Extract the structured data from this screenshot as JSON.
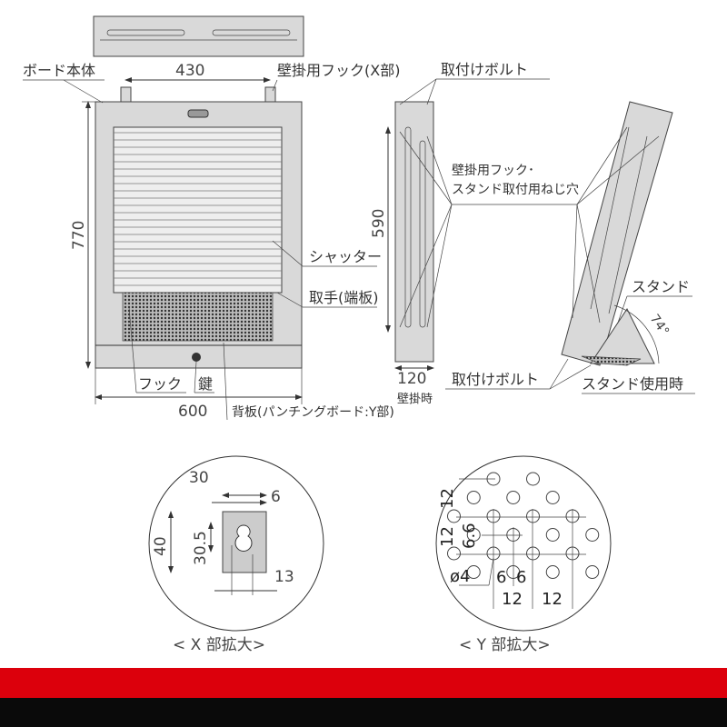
{
  "labels": {
    "board_body": "ボード本体",
    "wall_hook_x": "壁掛用フック(X部)",
    "mount_bolt_top": "取付けボルト",
    "shutter": "シャッター",
    "handle": "取手(端板)",
    "hook": "フック",
    "key": "鍵",
    "back_panel": "背板(パンチングボード:Y部)",
    "screw_holes_line1": "壁掛用フック･",
    "screw_holes_line2": "スタンド取付用ねじ穴",
    "stand": "スタンド",
    "mount_bolt_bottom": "取付けボルト",
    "stand_in_use": "スタンド使用時",
    "wall_mounted": "壁掛時",
    "x_detail": "< X 部拡大>",
    "y_detail": "< Y 部拡大>"
  },
  "dimensions": {
    "hook_spacing": "430",
    "height": "770",
    "width": "600",
    "hole_spacing_vertical": "590",
    "depth": "120",
    "stand_angle": "74°",
    "x_plate_width": "30",
    "x_slot_width": "6",
    "x_plate_height": "40",
    "x_slot_height": "30.5",
    "x_slot_offset": "13",
    "y_pitch_v1": "12",
    "y_pitch_v2": "12",
    "y_half_v": "6.6",
    "y_hole_dia": "ø4",
    "y_half_h1": "6",
    "y_half_h2": "6",
    "y_pitch_h1": "12",
    "y_pitch_h2": "12"
  },
  "colors": {
    "band_red": "#dc000c",
    "band_black": "#0a0a0a",
    "part_fill": "#d9d9d9"
  }
}
